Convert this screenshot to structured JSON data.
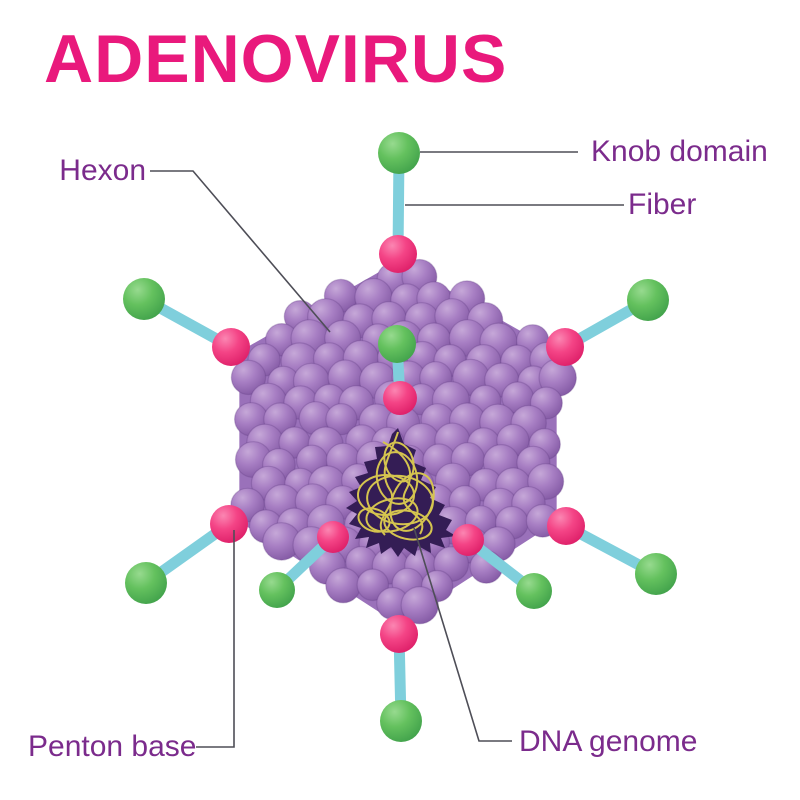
{
  "title": "ADENOVIRUS",
  "labels": {
    "hexon": "Hexon",
    "knob_domain": "Knob domain",
    "fiber": "Fiber",
    "penton_base": "Penton base",
    "dna_genome": "DNA genome"
  },
  "colors": {
    "background": "#FFFFFF",
    "title_text": "#E9197C",
    "label_text": "#7B2B8C",
    "callout_line": "#4E4E57",
    "capsomere_base": "#9A71BA",
    "capsomere_highlight": "#C6A8D8",
    "capsomere_mid": "#A77EC3",
    "capsomere_shadow": "#8157A2",
    "capsomere_crevice": "#653E85",
    "penton_highlight": "#FB86B2",
    "penton_mid": "#F44486",
    "penton_shadow": "#DC1C66",
    "fiber_shaft": "#7FCFDC",
    "knob_highlight": "#97DA8F",
    "knob_mid": "#64C15E",
    "knob_shadow": "#3FA04A",
    "dna_core": "#341D55",
    "dna_strand": "#D5C44F"
  }
}
